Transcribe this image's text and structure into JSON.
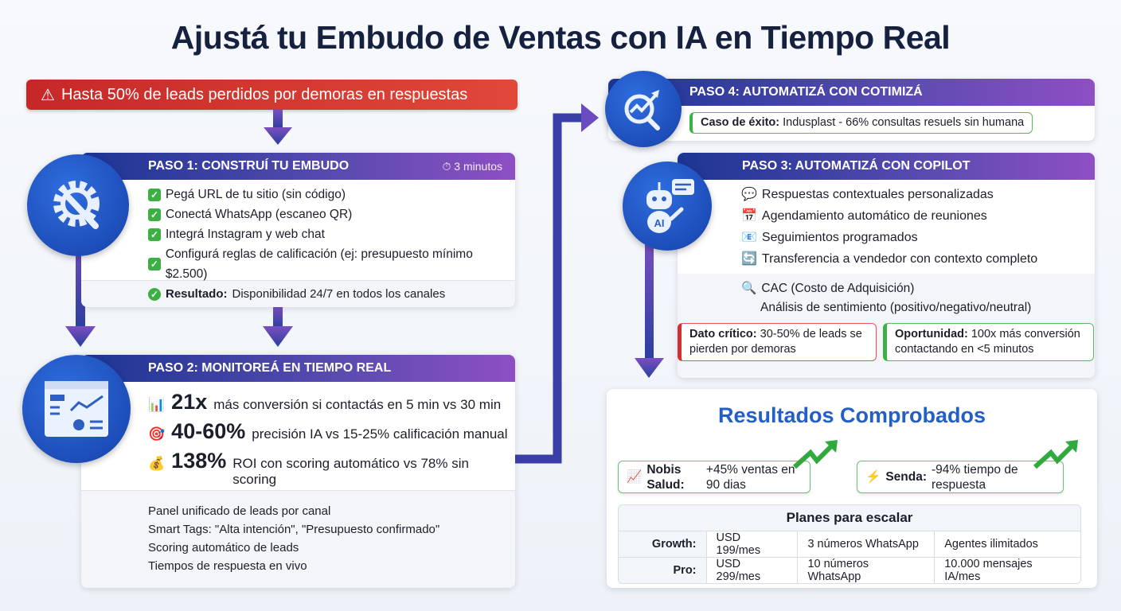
{
  "title": "Ajustá tu Embudo de Ventas con IA en Tiempo Real",
  "alert": {
    "icon": "warning-icon",
    "text": "Hasta 50% de leads perdidos por demoras en respuestas"
  },
  "step1": {
    "title": "PASO 1: CONSTRUÍ TU EMBUDO",
    "time": "3 minutos",
    "icon": "gear-wrench-icon",
    "items": [
      "Pegá URL de tu sitio (sin código)",
      "Conectá WhatsApp (escaneo QR)",
      "Integrá Instagram y web chat",
      "Configurá reglas de calificación (ej: presupuesto mínimo $2.500)"
    ],
    "result_label": "Resultado:",
    "result_text": "Disponibilidad 24/7 en todos los canales"
  },
  "step2": {
    "title": "PASO 2: MONITOREÁ EN TIEMPO REAL",
    "icon": "dashboard-icon",
    "stats": [
      {
        "icon": "bar-chart-icon",
        "value": "21x",
        "text": "más conversión si contactás en 5 min vs 30 min"
      },
      {
        "icon": "target-icon",
        "value": "40-60%",
        "text": "precisión IA vs 15-25% calificación manual"
      },
      {
        "icon": "money-bag-icon",
        "value": "138%",
        "text": "ROI con scoring automático vs 78% sin scoring"
      }
    ],
    "features": [
      "Panel unificado de leads por canal",
      "Smart Tags: \"Alta intención\", \"Presupuesto confirmado\"",
      "Scoring automático de leads",
      "Tiempos de respuesta en vivo"
    ]
  },
  "step4": {
    "title": "PASO 4: AUTOMATIZÁ CON COTIMIZÁ",
    "icon": "analytics-search-icon",
    "case_label": "Caso de éxito:",
    "case_text": "Indusplast - 66% consultas resuels sin humana"
  },
  "step3": {
    "title": "PASO 3: AUTOMATIZÁ CON COPILOT",
    "icon": "ai-robot-icon",
    "robot_label": "AI",
    "items": [
      {
        "icon": "speech-bubble-icon",
        "text": "Respuestas contextuales personalizadas"
      },
      {
        "icon": "calendar-icon",
        "text": "Agendamiento automático de reuniones"
      },
      {
        "icon": "envelope-icon",
        "text": "Seguimientos programados"
      },
      {
        "icon": "refresh-icon",
        "text": "Transferencia a vendedor con contexto completo"
      }
    ],
    "extra": [
      "CAC (Costo de Adquisición)",
      "Análisis de sentimiento (positivo/negativo/neutral)"
    ],
    "critical_label": "Dato crítico:",
    "critical_text": "30-50% de leads se pierden por demoras",
    "opportunity_label": "Oportunidad:",
    "opportunity_text": "100x más conversión contactando en <5 minutos"
  },
  "results": {
    "title": "Resultados Comprobados",
    "cases": [
      {
        "icon": "chart-up-icon",
        "label": "Nobis Salud:",
        "text": "+45% ventas en 90 dias"
      },
      {
        "icon": "lightning-icon",
        "label": "Senda:",
        "text": "-94% tiempo de respuesta"
      }
    ],
    "plans_title": "Planes para escalar",
    "plans": [
      {
        "name": "Growth:",
        "price": "USD 199/mes",
        "numbers": "3 números WhatsApp",
        "extra": "Agentes ilimitados"
      },
      {
        "name": "Pro:",
        "price": "USD 299/mes",
        "numbers": "10 números WhatsApp",
        "extra": "10.000 mensajes IA/mes"
      }
    ]
  },
  "colors": {
    "accent_blue": "#1c3594",
    "accent_purple": "#8e4fc2",
    "alert_red": "#d32f2f",
    "success_green": "#3cb043",
    "results_title": "#2260c8"
  }
}
